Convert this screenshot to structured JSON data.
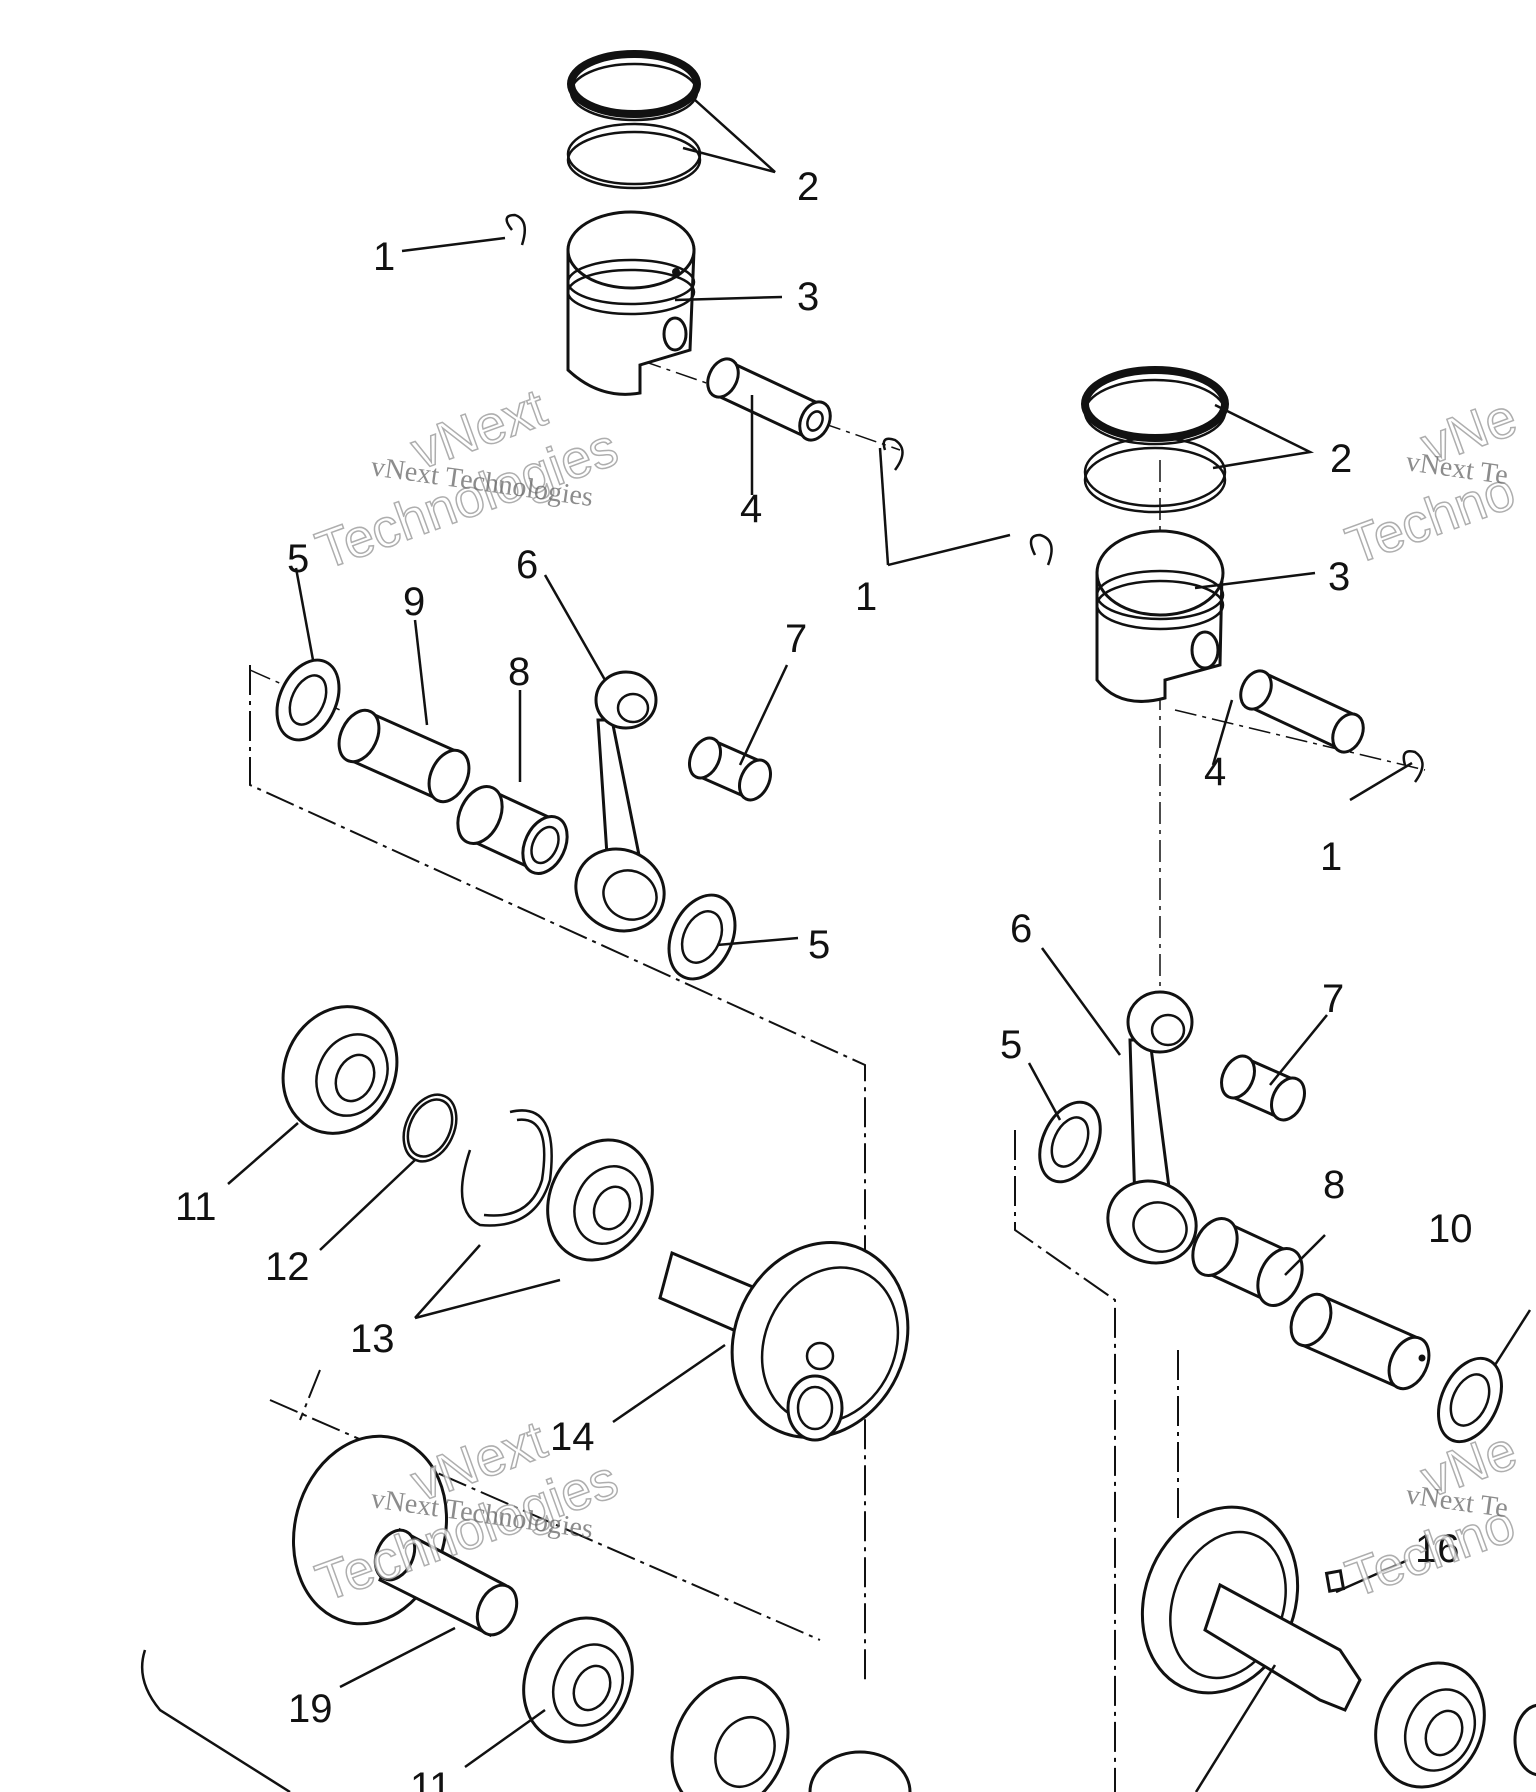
{
  "watermark": {
    "small": "vNext Technologies",
    "big_line1": "vNext",
    "big_line2": "Technologies",
    "cut_line1": "vNe",
    "cut_small": "vNext Te",
    "cut_line2": "Techno"
  },
  "callouts": {
    "c2_left": "2",
    "c1_left": "1",
    "c3_left": "3",
    "c4_left": "4",
    "c2_right": "2",
    "c1_mid": "1",
    "c3_right": "3",
    "c5_upper": "5",
    "c9": "9",
    "c6_left": "6",
    "c8_left": "8",
    "c7_left": "7",
    "c4_right": "4",
    "c1_right": "1",
    "c5_mid": "5",
    "c6_right": "6",
    "c7_right": "7",
    "c5_right": "5",
    "c11_upper": "11",
    "c12": "12",
    "c13": "13",
    "c14": "14",
    "c8_right": "8",
    "c10": "10",
    "c16": "16",
    "c19": "19",
    "c11_lower": "11"
  }
}
